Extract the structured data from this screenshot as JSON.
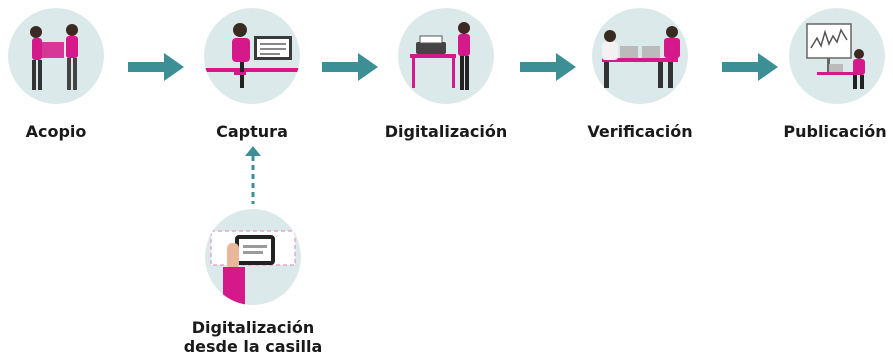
{
  "colors": {
    "circle": "#dbe9ea",
    "accent": "#d6198a",
    "arrow": "#3c8f94",
    "text": "#1a1a1a"
  },
  "steps": [
    {
      "label": "Acopio",
      "icon": "people-carrying-box-icon"
    },
    {
      "label": "Captura",
      "icon": "person-at-computer-icon"
    },
    {
      "label": "Digitalización",
      "icon": "person-scanning-icon"
    },
    {
      "label": "Verificación",
      "icon": "people-verifying-laptops-icon"
    },
    {
      "label": "Publicación",
      "icon": "person-publishing-chart-icon"
    }
  ],
  "branch": {
    "label_line1": "Digitalización",
    "label_line2": "desde la casilla",
    "icon": "hand-phone-photo-icon"
  }
}
